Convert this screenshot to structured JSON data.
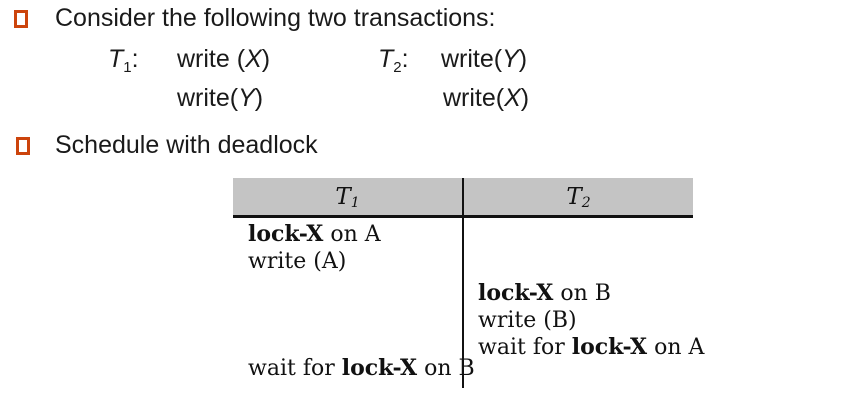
{
  "slide": {
    "bullet1": {
      "text": "Consider the following two transactions:"
    },
    "bullet2": {
      "text": "Schedule with deadlock"
    },
    "t1": {
      "name": "T",
      "sub": "1",
      "colon": ":",
      "op1": {
        "pre": "write (",
        "var": "X",
        "post": ")"
      },
      "op2": {
        "pre": "write(",
        "var": "Y",
        "post": ")"
      }
    },
    "t2": {
      "name": "T",
      "sub": "2",
      "colon": ":",
      "op1": {
        "pre": "write(",
        "var": "Y",
        "post": ")"
      },
      "op2": {
        "pre": "write(",
        "var": "X",
        "post": ")"
      }
    },
    "table": {
      "header": {
        "col1": {
          "name": "T",
          "sub": "1"
        },
        "col2": {
          "name": "T",
          "sub": "2"
        }
      },
      "t1_row1": {
        "pre": "",
        "bold": "lock-X",
        "post": " on A"
      },
      "t1_row2": {
        "text": "write (A)"
      },
      "t1_row3": {
        "pre": "wait for ",
        "bold": "lock-X",
        "post": " on B"
      },
      "t2_row1": {
        "pre": "",
        "bold": "lock-X",
        "post": " on B"
      },
      "t2_row2": {
        "text": "write (B)"
      },
      "t2_row3": {
        "pre": "wait for ",
        "bold": "lock-X",
        "post": " on A"
      }
    },
    "colors": {
      "bullet_outline": "#cc440c",
      "table_header_bg": "#c4c4c4",
      "table_border": "#111111",
      "text": "#1a1a1a",
      "background": "#ffffff"
    }
  }
}
